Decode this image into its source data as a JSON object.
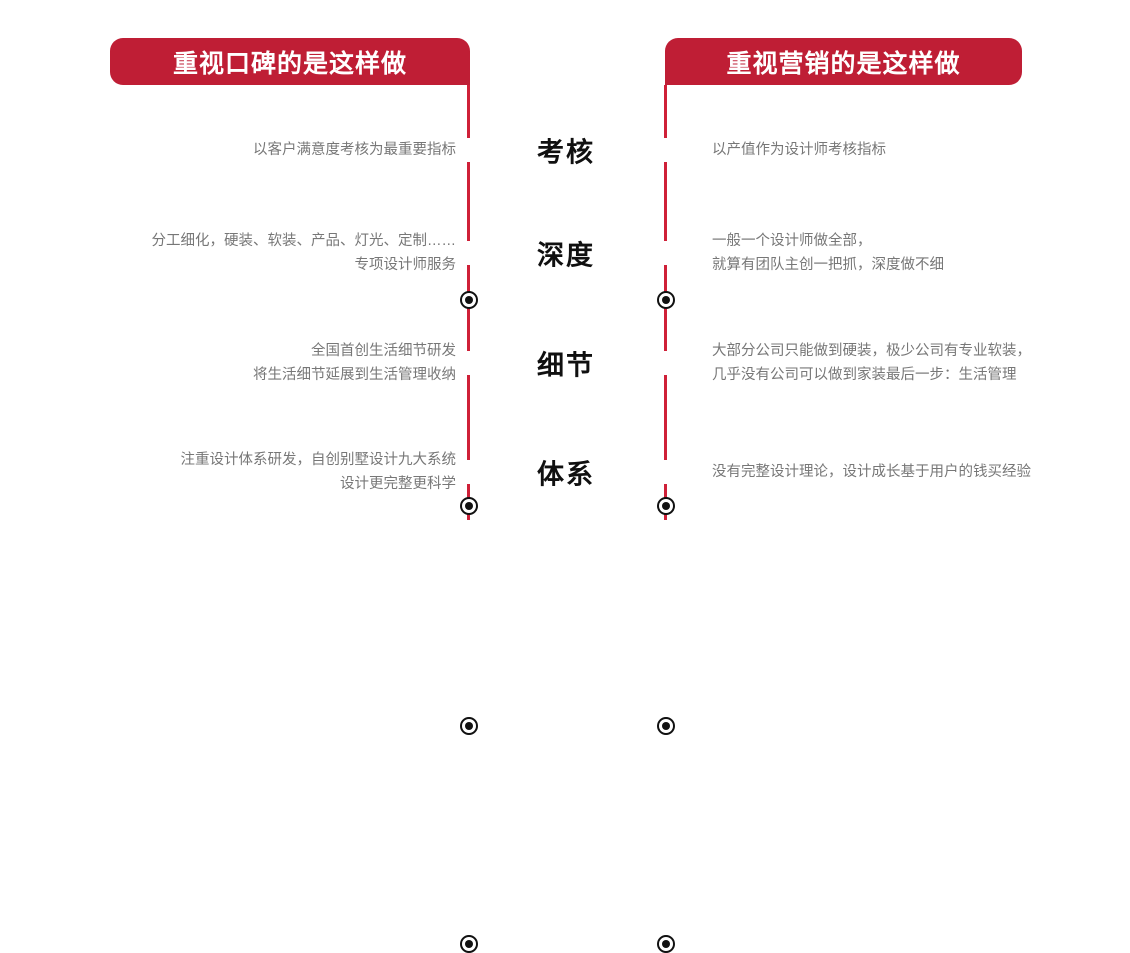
{
  "headers": {
    "left": "重视口碑的是这样做",
    "right": "重视营销的是这样做"
  },
  "colors": {
    "banner_red": "#bf1e35",
    "spine_red": "#cf2038",
    "body_text_gray": "#777777",
    "center_label_black": "#101010",
    "background": "#ffffff"
  },
  "rows": [
    {
      "center_label": "考核",
      "left_text": "以客户满意度考核为最重要指标",
      "right_text": "以产值作为设计师考核指标"
    },
    {
      "center_label": "深度",
      "left_text": "分工细化，硬装、软装、产品、灯光、定制……\n专项设计师服务",
      "right_text": "一般一个设计师做全部，\n就算有团队主创一把抓，深度做不细"
    },
    {
      "center_label": "细节",
      "left_text": "全国首创生活细节研发\n将生活细节延展到生活管理收纳",
      "right_text": "大部分公司只能做到硬装，极少公司有专业软装，\n几乎没有公司可以做到家装最后一步：生活管理"
    },
    {
      "center_label": "体系",
      "left_text": "注重设计体系研发，自创别墅设计九大系统\n设计更完整更科学",
      "right_text": "没有完整设计理论，设计成长基于用户的钱买经验"
    }
  ],
  "markers": {
    "icon": "target-dot-icon",
    "count": 8
  }
}
